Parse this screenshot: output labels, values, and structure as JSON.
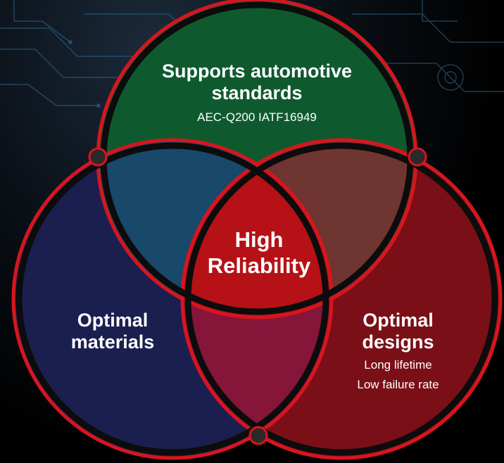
{
  "diagram": {
    "top": {
      "title": "Supports automotive standards",
      "subtitle": "AEC-Q200 IATF16949",
      "color": "#0e5a2e"
    },
    "left": {
      "title": "Optimal materials",
      "color": "#1b1f4f"
    },
    "right": {
      "title": "Optimal designs",
      "sub1": "Long lifetime",
      "sub2": "Low failure rate",
      "color": "#7a0f17"
    },
    "center": {
      "title": "High Reliability",
      "color": "#b51116"
    },
    "colors": {
      "outline_red": "#d7151e",
      "outline_dark": "#0c0c0c",
      "overlap_top_left": "#18486a",
      "overlap_top_right": "#6f3530",
      "overlap_bottom": "#86153a",
      "node": "#2a2a2a"
    }
  }
}
